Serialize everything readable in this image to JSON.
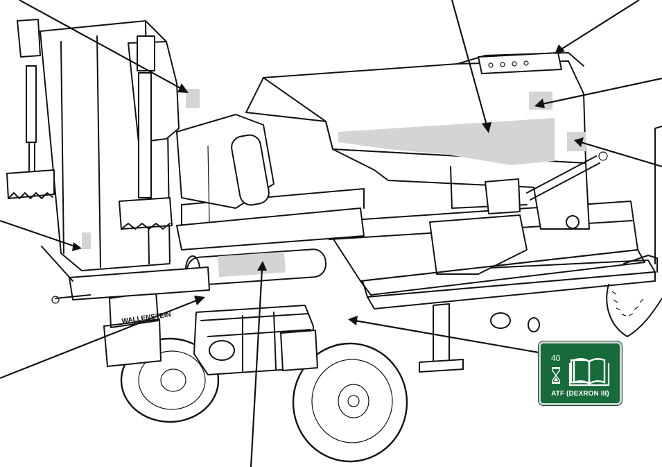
{
  "badge": {
    "interval": "40",
    "fluid": "ATF (DEXRON III)",
    "background_color": "#176b3a",
    "icons": [
      "hourglass-icon",
      "manual-book-icon"
    ]
  },
  "machine": {
    "side_lettering": "WALLENSTEIN"
  }
}
